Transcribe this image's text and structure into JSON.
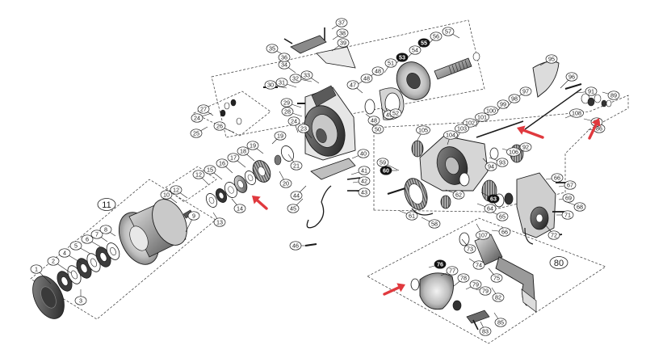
{
  "diagram": {
    "colors": {
      "line": "#1a1a1a",
      "part_dark": "#2b2b2b",
      "part_mid": "#8a8a8a",
      "part_light": "#d9d9d9",
      "arrow": "#e0393e",
      "callout_inverse_bg": "#111111",
      "callout_inverse_text": "#ffffff"
    },
    "group_labels": [
      "11",
      "80"
    ],
    "callouts": [
      {
        "label": "1"
      },
      {
        "label": "2"
      },
      {
        "label": "3"
      },
      {
        "label": "4"
      },
      {
        "label": "5"
      },
      {
        "label": "6"
      },
      {
        "label": "7"
      },
      {
        "label": "8"
      },
      {
        "label": "9"
      },
      {
        "label": "10"
      },
      {
        "label": "12"
      },
      {
        "label": "12"
      },
      {
        "label": "13"
      },
      {
        "label": "14"
      },
      {
        "label": "15"
      },
      {
        "label": "16"
      },
      {
        "label": "17"
      },
      {
        "label": "18"
      },
      {
        "label": "19"
      },
      {
        "label": "19"
      },
      {
        "label": "20"
      },
      {
        "label": "21"
      },
      {
        "label": "23"
      },
      {
        "label": "24"
      },
      {
        "label": "24"
      },
      {
        "label": "25"
      },
      {
        "label": "26"
      },
      {
        "label": "27"
      },
      {
        "label": "28"
      },
      {
        "label": "29"
      },
      {
        "label": "30"
      },
      {
        "label": "31"
      },
      {
        "label": "32"
      },
      {
        "label": "33"
      },
      {
        "label": "34"
      },
      {
        "label": "35"
      },
      {
        "label": "36"
      },
      {
        "label": "37"
      },
      {
        "label": "38"
      },
      {
        "label": "39"
      },
      {
        "label": "40"
      },
      {
        "label": "41"
      },
      {
        "label": "42"
      },
      {
        "label": "43"
      },
      {
        "label": "44"
      },
      {
        "label": "45"
      },
      {
        "label": "46"
      },
      {
        "label": "47"
      },
      {
        "label": "48"
      },
      {
        "label": "48"
      },
      {
        "label": "48"
      },
      {
        "label": "49"
      },
      {
        "label": "50"
      },
      {
        "label": "51"
      },
      {
        "label": "52"
      },
      {
        "label": "53",
        "inverse": true
      },
      {
        "label": "54"
      },
      {
        "label": "55",
        "inverse": true
      },
      {
        "label": "56"
      },
      {
        "label": "57"
      },
      {
        "label": "58"
      },
      {
        "label": "59"
      },
      {
        "label": "60",
        "inverse": true
      },
      {
        "label": "61"
      },
      {
        "label": "62"
      },
      {
        "label": "63",
        "inverse": true
      },
      {
        "label": "64"
      },
      {
        "label": "65"
      },
      {
        "label": "66"
      },
      {
        "label": "66"
      },
      {
        "label": "67"
      },
      {
        "label": "68"
      },
      {
        "label": "69"
      },
      {
        "label": "71"
      },
      {
        "label": "72"
      },
      {
        "label": "73"
      },
      {
        "label": "74"
      },
      {
        "label": "75"
      },
      {
        "label": "76",
        "inverse": true
      },
      {
        "label": "77"
      },
      {
        "label": "78"
      },
      {
        "label": "79"
      },
      {
        "label": "79"
      },
      {
        "label": "82"
      },
      {
        "label": "83"
      },
      {
        "label": "85"
      },
      {
        "label": "86"
      },
      {
        "label": "89"
      },
      {
        "label": "90"
      },
      {
        "label": "91"
      },
      {
        "label": "92"
      },
      {
        "label": "93"
      },
      {
        "label": "94"
      },
      {
        "label": "95"
      },
      {
        "label": "96"
      },
      {
        "label": "97"
      },
      {
        "label": "98"
      },
      {
        "label": "99"
      },
      {
        "label": "100"
      },
      {
        "label": "101"
      },
      {
        "label": "102"
      },
      {
        "label": "103"
      },
      {
        "label": "104"
      },
      {
        "label": "105"
      },
      {
        "label": "106"
      },
      {
        "label": "107"
      },
      {
        "label": "108"
      }
    ]
  }
}
